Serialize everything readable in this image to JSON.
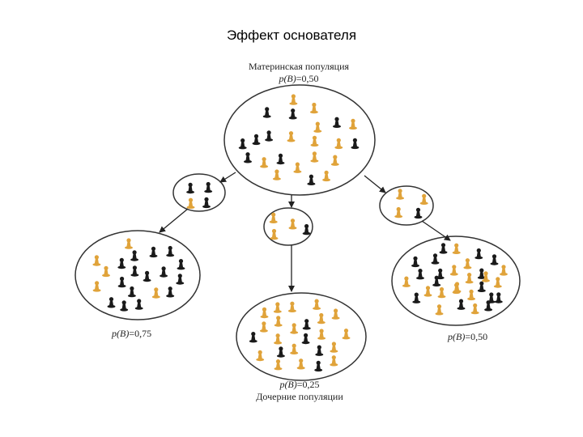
{
  "slide": {
    "title": "Эффект основателя"
  },
  "mother": {
    "caption": "Материнская популяция",
    "freq_prefix": "p(B)",
    "freq_value": "=0,50",
    "black_count": 10,
    "orange_count": 13
  },
  "founders": {
    "left": {
      "black_count": 3,
      "orange_count": 1
    },
    "middle": {
      "black_count": 1,
      "orange_count": 3
    },
    "right": {
      "black_count": 1,
      "orange_count": 3
    }
  },
  "daughters": {
    "caption": "Дочерние популяции",
    "left": {
      "freq_prefix": "p(B)",
      "freq_value": "=0,75",
      "black_count": 15,
      "orange_count": 5
    },
    "middle": {
      "freq_prefix": "p(B)",
      "freq_value": "=0,25",
      "black_count": 6,
      "orange_count": 18
    },
    "right": {
      "freq_prefix": "p(B)",
      "freq_value": "=0,50",
      "black_count": 15,
      "orange_count": 15
    }
  },
  "colors": {
    "black_piece": "#1a1a1a",
    "orange_piece": "#e0a33a",
    "ellipse_stroke": "#333333",
    "arrow": "#222222"
  },
  "icons": {
    "piece": "pawn-figure-icon",
    "arrow": "arrow-icon"
  }
}
